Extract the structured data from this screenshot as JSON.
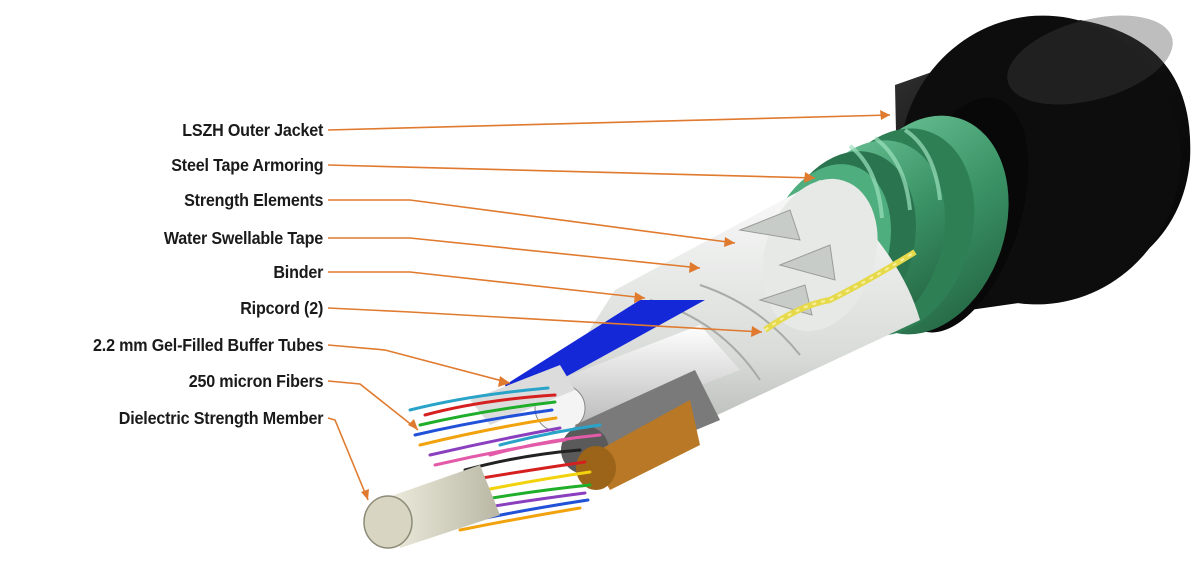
{
  "diagram": {
    "labels": [
      {
        "id": "outer-jacket",
        "text": "LSZH Outer Jacket"
      },
      {
        "id": "steel-tape",
        "text": "Steel Tape Armoring"
      },
      {
        "id": "strength-elements",
        "text": "Strength Elements"
      },
      {
        "id": "water-tape",
        "text": "Water Swellable Tape"
      },
      {
        "id": "binder",
        "text": "Binder"
      },
      {
        "id": "ripcord",
        "text": "Ripcord (2)"
      },
      {
        "id": "buffer-tubes",
        "text": "2.2 mm Gel-Filled Buffer Tubes"
      },
      {
        "id": "fibers",
        "text": "250 micron Fibers"
      },
      {
        "id": "strength-member",
        "text": "Dielectric Strength Member"
      }
    ],
    "colors": {
      "leader": "#e07a2e",
      "jacket": "#141414",
      "armor": "#3f9a6c",
      "tape": "#e9ece9",
      "buffer_tube_blue": "#1428d8",
      "strength_member": "#e4e2cf"
    }
  }
}
